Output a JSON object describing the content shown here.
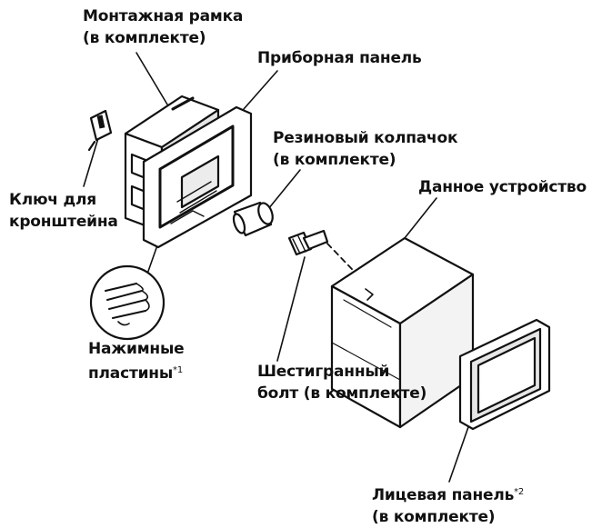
{
  "labels": {
    "mounting_frame": {
      "line1": "Монтажная рамка",
      "line2": "(в комплекте)"
    },
    "dashboard": {
      "line1": "Приборная панель"
    },
    "rubber_cap": {
      "line1": "Резиновый колпачок",
      "line2": "(в комплекте)"
    },
    "unit": {
      "line1": "Данное устройство"
    },
    "bracket_key": {
      "line1": "Ключ для",
      "line2": "кронштейна"
    },
    "press_plates": {
      "line1": "Нажимные",
      "line2": "пластины",
      "note": "*1"
    },
    "hex_bolt": {
      "line1": "Шестигранный",
      "line2": "болт (в комплекте)"
    },
    "face_panel": {
      "line1": "Лицевая панель",
      "note": "*2",
      "line2": "(в комплекте)"
    }
  },
  "colors": {
    "ink": "#111111",
    "fill_light": "#ffffff",
    "shade": "#e6e6e6"
  }
}
